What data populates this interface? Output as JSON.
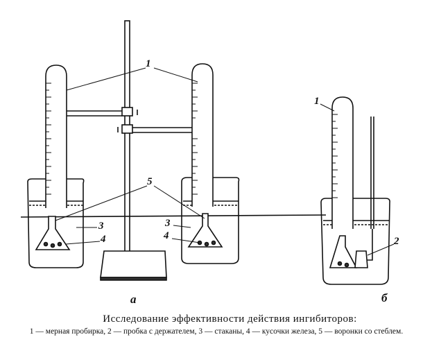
{
  "labels": {
    "tube": "1",
    "stopper": "2",
    "beaker": "3",
    "iron": "4",
    "funnel": "5",
    "setup_a": "а",
    "setup_b": "б"
  },
  "caption": {
    "title": "Исследование эффективности действия ингибиторов:",
    "body": "1 — мерная пробирка, 2 — пробка с держателем, 3 — стаканы, 4 — кусочки железа, 5 — воронки со стеблем."
  }
}
